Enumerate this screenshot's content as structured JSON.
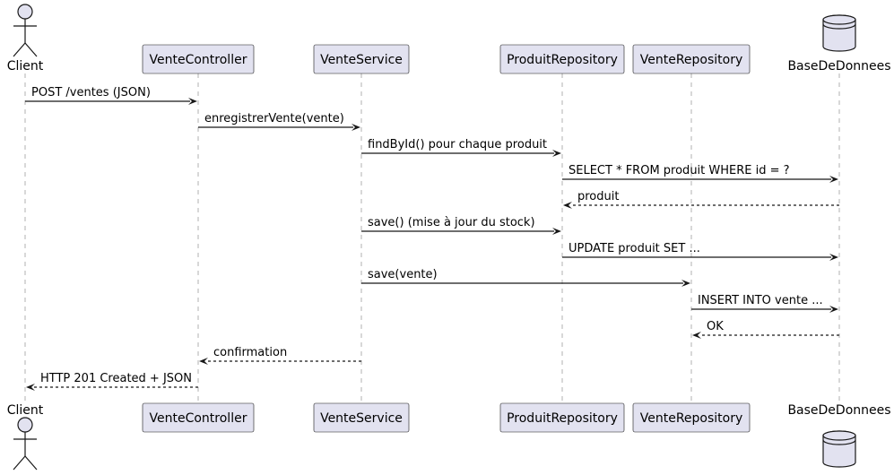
{
  "participants": [
    {
      "id": "client",
      "name": "Client",
      "kind": "actor"
    },
    {
      "id": "ctrl",
      "name": "VenteController",
      "kind": "participant"
    },
    {
      "id": "svc",
      "name": "VenteService",
      "kind": "participant"
    },
    {
      "id": "prepo",
      "name": "ProduitRepository",
      "kind": "participant"
    },
    {
      "id": "vrepo",
      "name": "VenteRepository",
      "kind": "participant"
    },
    {
      "id": "db",
      "name": "BaseDeDonnees",
      "kind": "database"
    }
  ],
  "messages": [
    {
      "from": "client",
      "to": "ctrl",
      "label": "POST /ventes (JSON)",
      "style": "sync"
    },
    {
      "from": "ctrl",
      "to": "svc",
      "label": "enregistrerVente(vente)",
      "style": "sync"
    },
    {
      "from": "svc",
      "to": "prepo",
      "label": "findById() pour chaque produit",
      "style": "sync"
    },
    {
      "from": "prepo",
      "to": "db",
      "label": "SELECT * FROM produit WHERE id = ?",
      "style": "sync"
    },
    {
      "from": "db",
      "to": "prepo",
      "label": "produit",
      "style": "return"
    },
    {
      "from": "svc",
      "to": "prepo",
      "label": "save() (mise à jour du stock)",
      "style": "sync"
    },
    {
      "from": "prepo",
      "to": "db",
      "label": "UPDATE produit SET ...",
      "style": "sync"
    },
    {
      "from": "svc",
      "to": "vrepo",
      "label": "save(vente)",
      "style": "sync"
    },
    {
      "from": "vrepo",
      "to": "db",
      "label": "INSERT INTO vente ...",
      "style": "sync"
    },
    {
      "from": "db",
      "to": "vrepo",
      "label": "OK",
      "style": "return"
    },
    {
      "from": "svc",
      "to": "ctrl",
      "label": "confirmation",
      "style": "return"
    },
    {
      "from": "ctrl",
      "to": "client",
      "label": "HTTP 201 Created + JSON",
      "style": "return"
    }
  ]
}
